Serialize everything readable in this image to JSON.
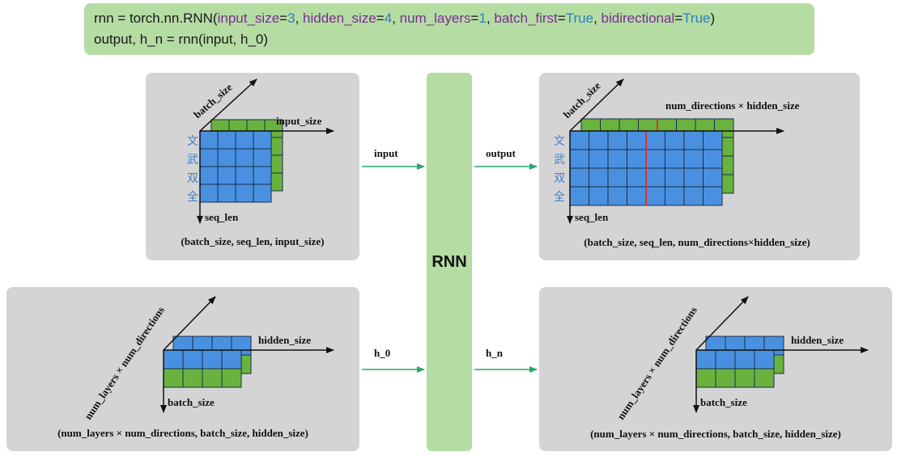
{
  "code": {
    "line1": {
      "prefix": "rnn = torch.nn.RNN(",
      "args": [
        {
          "key": "input_size",
          "val": "3",
          "kind": "num"
        },
        {
          "key": "hidden_size",
          "val": "4",
          "kind": "num"
        },
        {
          "key": "num_layers",
          "val": "1",
          "kind": "num"
        },
        {
          "key": "batch_first",
          "val": "True",
          "kind": "bool"
        },
        {
          "key": "bidirectional",
          "val": "True",
          "kind": "bool"
        }
      ],
      "suffix": ")"
    },
    "line2": "output, h_n = rnn(input, h_0)"
  },
  "rnn_label": "RNN",
  "arrows": {
    "input": "input",
    "output": "output",
    "h_0": "h_0",
    "h_n": "h_n"
  },
  "panels": {
    "input": {
      "batch_axis": "batch_size",
      "x_axis": "input_size",
      "y_axis": "seq_len",
      "seq_chars": [
        "文",
        "武",
        "双",
        "全"
      ],
      "caption": "(batch_size, seq_len, input_size)"
    },
    "output": {
      "batch_axis": "batch_size",
      "x_axis": "num_directions × hidden_size",
      "y_axis": "seq_len",
      "seq_chars": [
        "文",
        "武",
        "双",
        "全"
      ],
      "caption": "(batch_size, seq_len, num_directions×hidden_size)"
    },
    "h0": {
      "diag_axis": "num_layers × num_directions",
      "x_axis": "hidden_size",
      "y_axis": "batch_size",
      "caption": "(num_layers × num_directions, batch_size, hidden_size)"
    },
    "hn": {
      "diag_axis": "num_layers × num_directions",
      "x_axis": "hidden_size",
      "y_axis": "batch_size",
      "caption": "(num_layers × num_directions, batch_size, hidden_size)"
    }
  },
  "colors": {
    "blue": "#4a90e0",
    "green": "#6ab23e",
    "red": "#e0312a",
    "arrow": "#2aa56a",
    "panel": "#d4d4d4",
    "code_bg": "#b5dca3"
  }
}
